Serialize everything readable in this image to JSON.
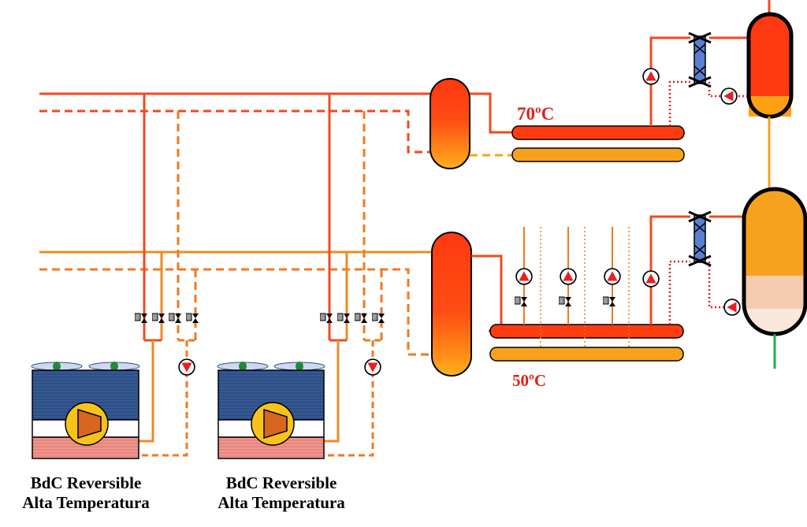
{
  "temperatures": {
    "high": "70ºC",
    "low": "50ºC"
  },
  "units": [
    {
      "line1": "BdC Reversible",
      "line2": "Alta Temperatura"
    },
    {
      "line1": "BdC Reversible",
      "line2": "Alta Temperatura"
    }
  ],
  "colors": {
    "supply_hot": "#f04a1e",
    "return_dashed": "#f07a20",
    "low_loop": "#f08a22",
    "collector_high": "#ff3d10",
    "collector_low": "#f7a21c",
    "pump_fill": "#e82020",
    "label_red": "#e42016",
    "unit_body": "#2e4f86",
    "unit_base": "#e8857c",
    "hx_plate": "#5b7fd0",
    "drain_green": "#1fb04a"
  },
  "icons": [
    "pump-icon",
    "valve-icon",
    "plate-exchanger-icon",
    "fan-icon",
    "compressor-icon",
    "tank-icon"
  ]
}
